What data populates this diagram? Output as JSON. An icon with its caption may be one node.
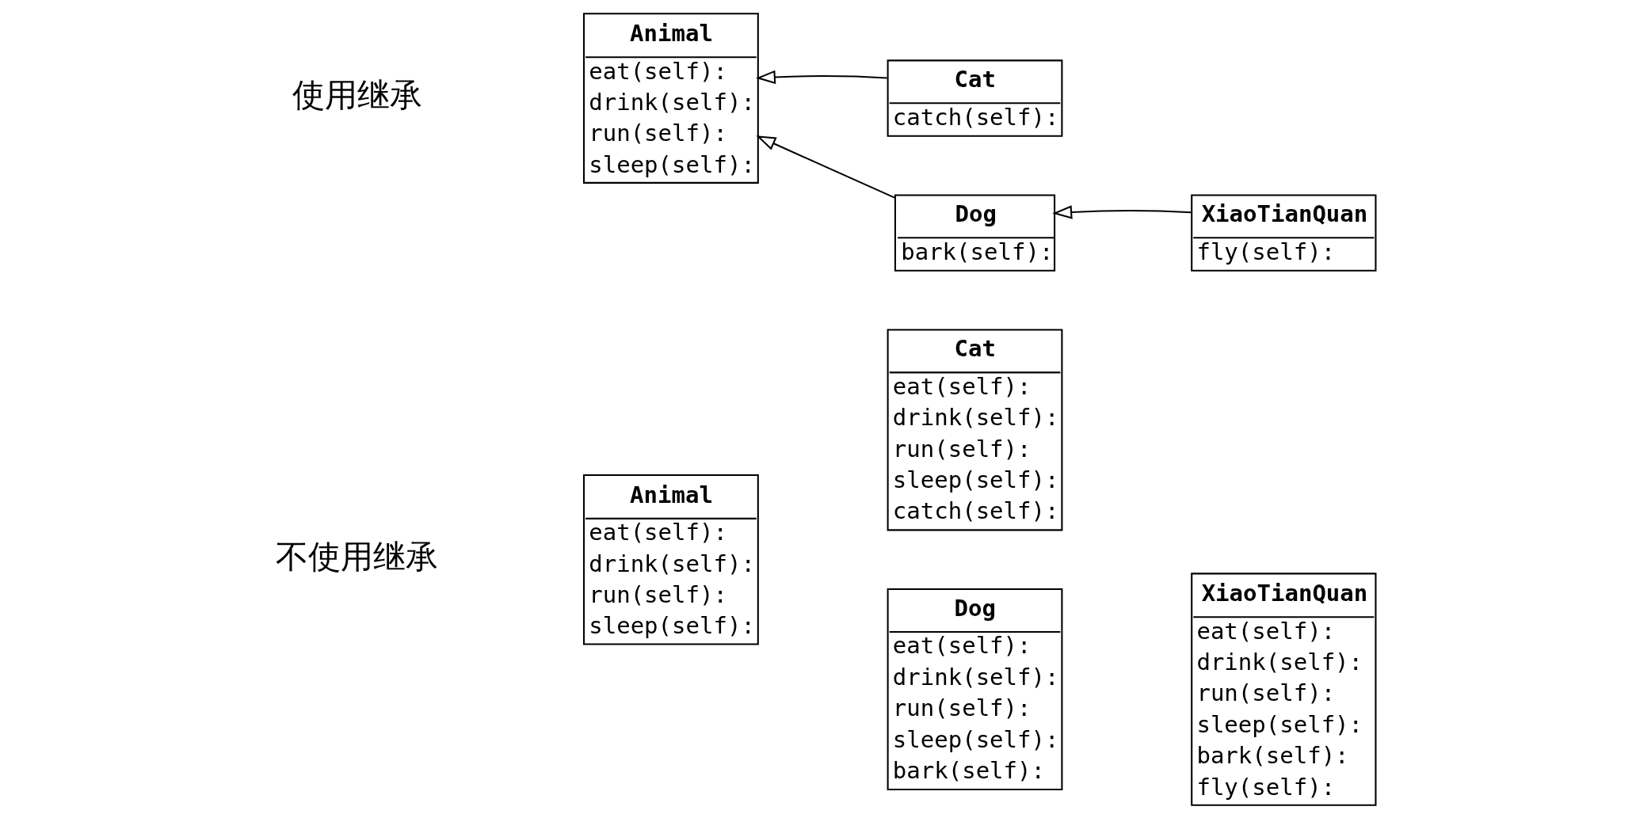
{
  "diagram": {
    "nodes": [
      {
        "text": [
          "Dog",
          "eat(self):",
          "drink(self):",
          "run(self):",
          "sleep(self):",
          "bark(self):"
        ]
      },
      {
        "text": [
          "XiaoTianQuan",
          "eat(self):",
          "drink(self):",
          "run(self):",
          "sleep(self):",
          "bark(self):",
          "fly(self):"
        ]
      },
      {
        "text": [
          "Animal",
          "eat(self):",
          "drink(self):",
          "run(self):",
          "sleep(self):"
        ]
      },
      {
        "text": [
          "Cat",
          "eat(self):",
          "drink(self):",
          "run(self):",
          "sleep(self):",
          "catch(self):"
        ]
      },
      {
        "text": [
          "Dog",
          "bark(self):"
        ]
      },
      {
        "text": [
          "XiaoTianQuan",
          "fly(self):"
        ]
      },
      {
        "text": [
          "Animal",
          "eat(self):",
          "drink(self):",
          "run(self):",
          "sleep(self):"
        ]
      },
      {
        "text": [
          "Cat",
          "catch(self):"
        ]
      }
    ],
    "edges": [
      {
        "from": 4,
        "to": 6,
        "arrow": "to"
      },
      {
        "from": 7,
        "to": 6,
        "arrow": "to"
      },
      {
        "from": 5,
        "to": 4,
        "arrow": "to"
      }
    ],
    "labels": [
      "不使用继承",
      "使用继承"
    ]
  }
}
